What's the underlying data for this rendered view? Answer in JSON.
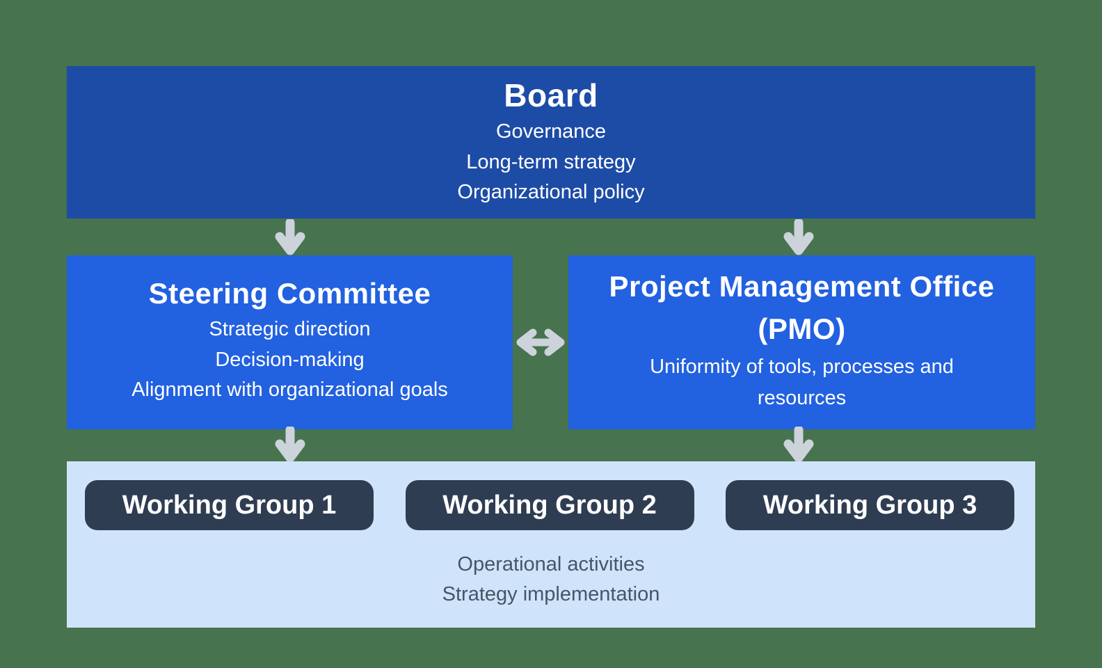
{
  "colors": {
    "background": "#47734E",
    "board_box": "#1D4CA6",
    "mid_box": "#2261E0",
    "bottom_section": "#CFE4FB",
    "pill": "#2F3D52",
    "arrow": "#CCD3DB",
    "bottom_text": "#475569",
    "box_text": "#FFFFFF"
  },
  "icons": {
    "down_arrow": "thick light-gray downward block arrow",
    "double_arrow": "thick light-gray horizontal two-headed arrow"
  },
  "board": {
    "title": "Board",
    "lines": [
      "Governance",
      "Long-term strategy",
      "Organizational policy"
    ]
  },
  "steering_committee": {
    "title": "Steering Committee",
    "lines": [
      "Strategic direction",
      "Decision-making",
      "Alignment with organizational goals"
    ]
  },
  "pmo": {
    "title": "Project Management Office (PMO)",
    "lines": [
      "Uniformity of tools, processes and resources"
    ]
  },
  "working_groups": [
    {
      "label": "Working Group 1"
    },
    {
      "label": "Working Group 2"
    },
    {
      "label": "Working Group 3"
    }
  ],
  "operations": {
    "lines": [
      "Operational activities",
      "Strategy implementation"
    ]
  }
}
